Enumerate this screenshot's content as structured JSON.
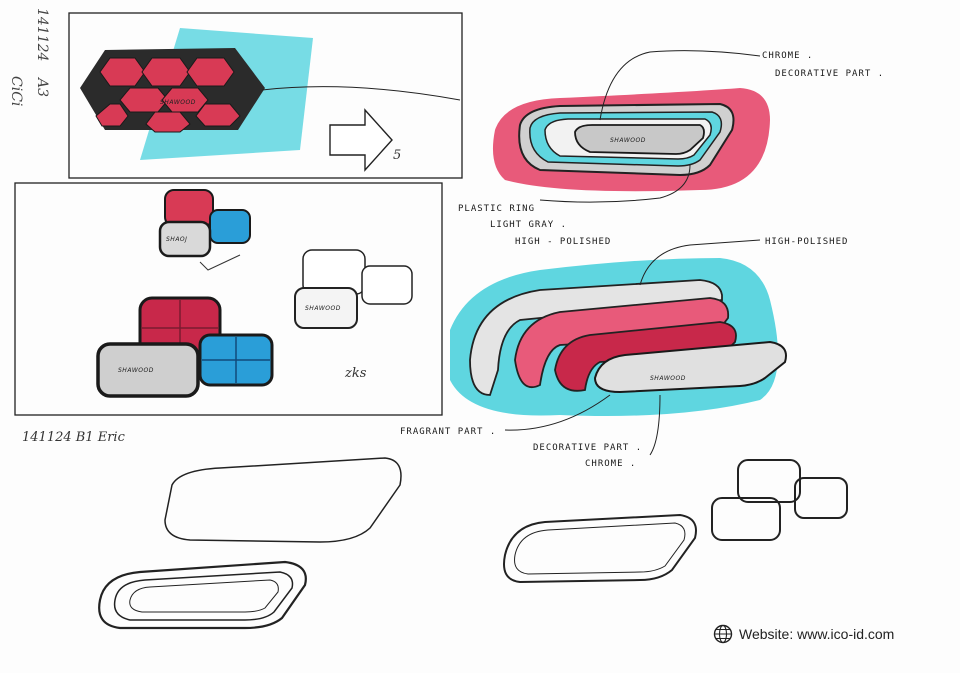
{
  "annotations": {
    "top_left_date": "141124",
    "top_left_size": "A3",
    "top_left_initials": "CiCi",
    "chrome_label": "CHROME .",
    "decorative_part_label": "DECORATIVE PART .",
    "plastic_ring_label": "PLASTIC RING",
    "light_gray_label": "LIGHT GRAY .",
    "high_polished_label_1": "HIGH - POLISHED",
    "high_polished_label_2": "HIGH-POLISHED",
    "fragrant_part_label": "FRAGRANT PART .",
    "decorative_part_label_2": "DECORATIVE PART .",
    "chrome_label_2": "CHROME .",
    "mid_left_note": "141124  B1  Eric",
    "signature": "zks",
    "arrow_mark": "5"
  },
  "brand_badge": "SHAWOOD",
  "website": {
    "icon": "globe-icon",
    "text": "Website: www.ico-id.com"
  },
  "colors": {
    "red": "#d83a55",
    "pink": "#e85a7a",
    "cyan": "#5fd6e0",
    "blue": "#2a9ed8",
    "ink": "#1a1a1a"
  }
}
